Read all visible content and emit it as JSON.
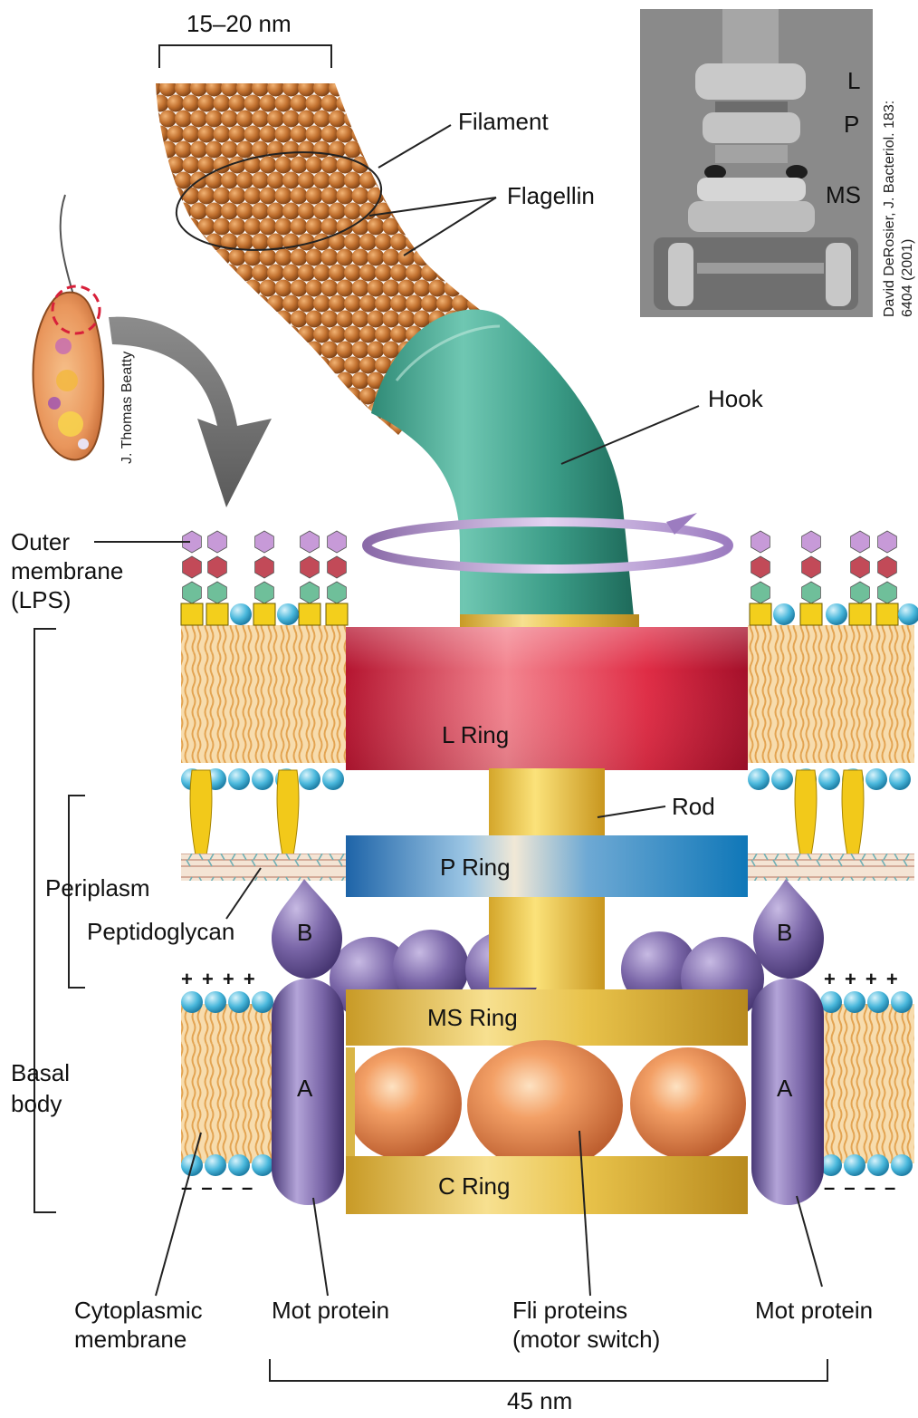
{
  "labels": {
    "size_top": "15–20 nm",
    "filament": "Filament",
    "flagellin": "Flagellin",
    "hook": "Hook",
    "outer_membrane_1": "Outer",
    "outer_membrane_2": "membrane",
    "outer_membrane_3": "(LPS)",
    "rod": "Rod",
    "periplasm": "Periplasm",
    "peptidoglycan": "Peptidoglycan",
    "basal_body_1": "Basal",
    "basal_body_2": "body",
    "cytoplasmic_1": "Cytoplasmic",
    "cytoplasmic_2": "membrane",
    "mot_left": "Mot protein",
    "mot_right": "Mot protein",
    "fli_1": "Fli proteins",
    "fli_2": "(motor switch)",
    "size_bottom": "45 nm"
  },
  "rings": {
    "l": "L Ring",
    "p": "P Ring",
    "ms": "MS Ring",
    "c": "C Ring"
  },
  "mot": {
    "b_left": "B",
    "b_right": "B",
    "a_left": "A",
    "a_right": "A"
  },
  "membrane_signs": {
    "plus_left": "+ + + +",
    "plus_right": "+ + + +",
    "minus_left": "– – – –",
    "minus_right": "– – – –"
  },
  "micrograph": {
    "l": "L",
    "p": "P",
    "ms": "MS"
  },
  "credits": {
    "beatty": "J. Thomas Beatty",
    "derosier_1": "David DeRosier, J. Bacteriol. 183:",
    "derosier_2": "6404 (2001)"
  },
  "colors": {
    "filament": "#b86a2a",
    "hook": "#3a9b86",
    "l_ring": "#d8283f",
    "p_ring": "#2a7fbf",
    "ms_ring": "#e2c040",
    "mot": "#7a66a8",
    "fli": "#e07a45",
    "lipid": "#f2c98f",
    "headgroup": "#4ab8dc"
  }
}
